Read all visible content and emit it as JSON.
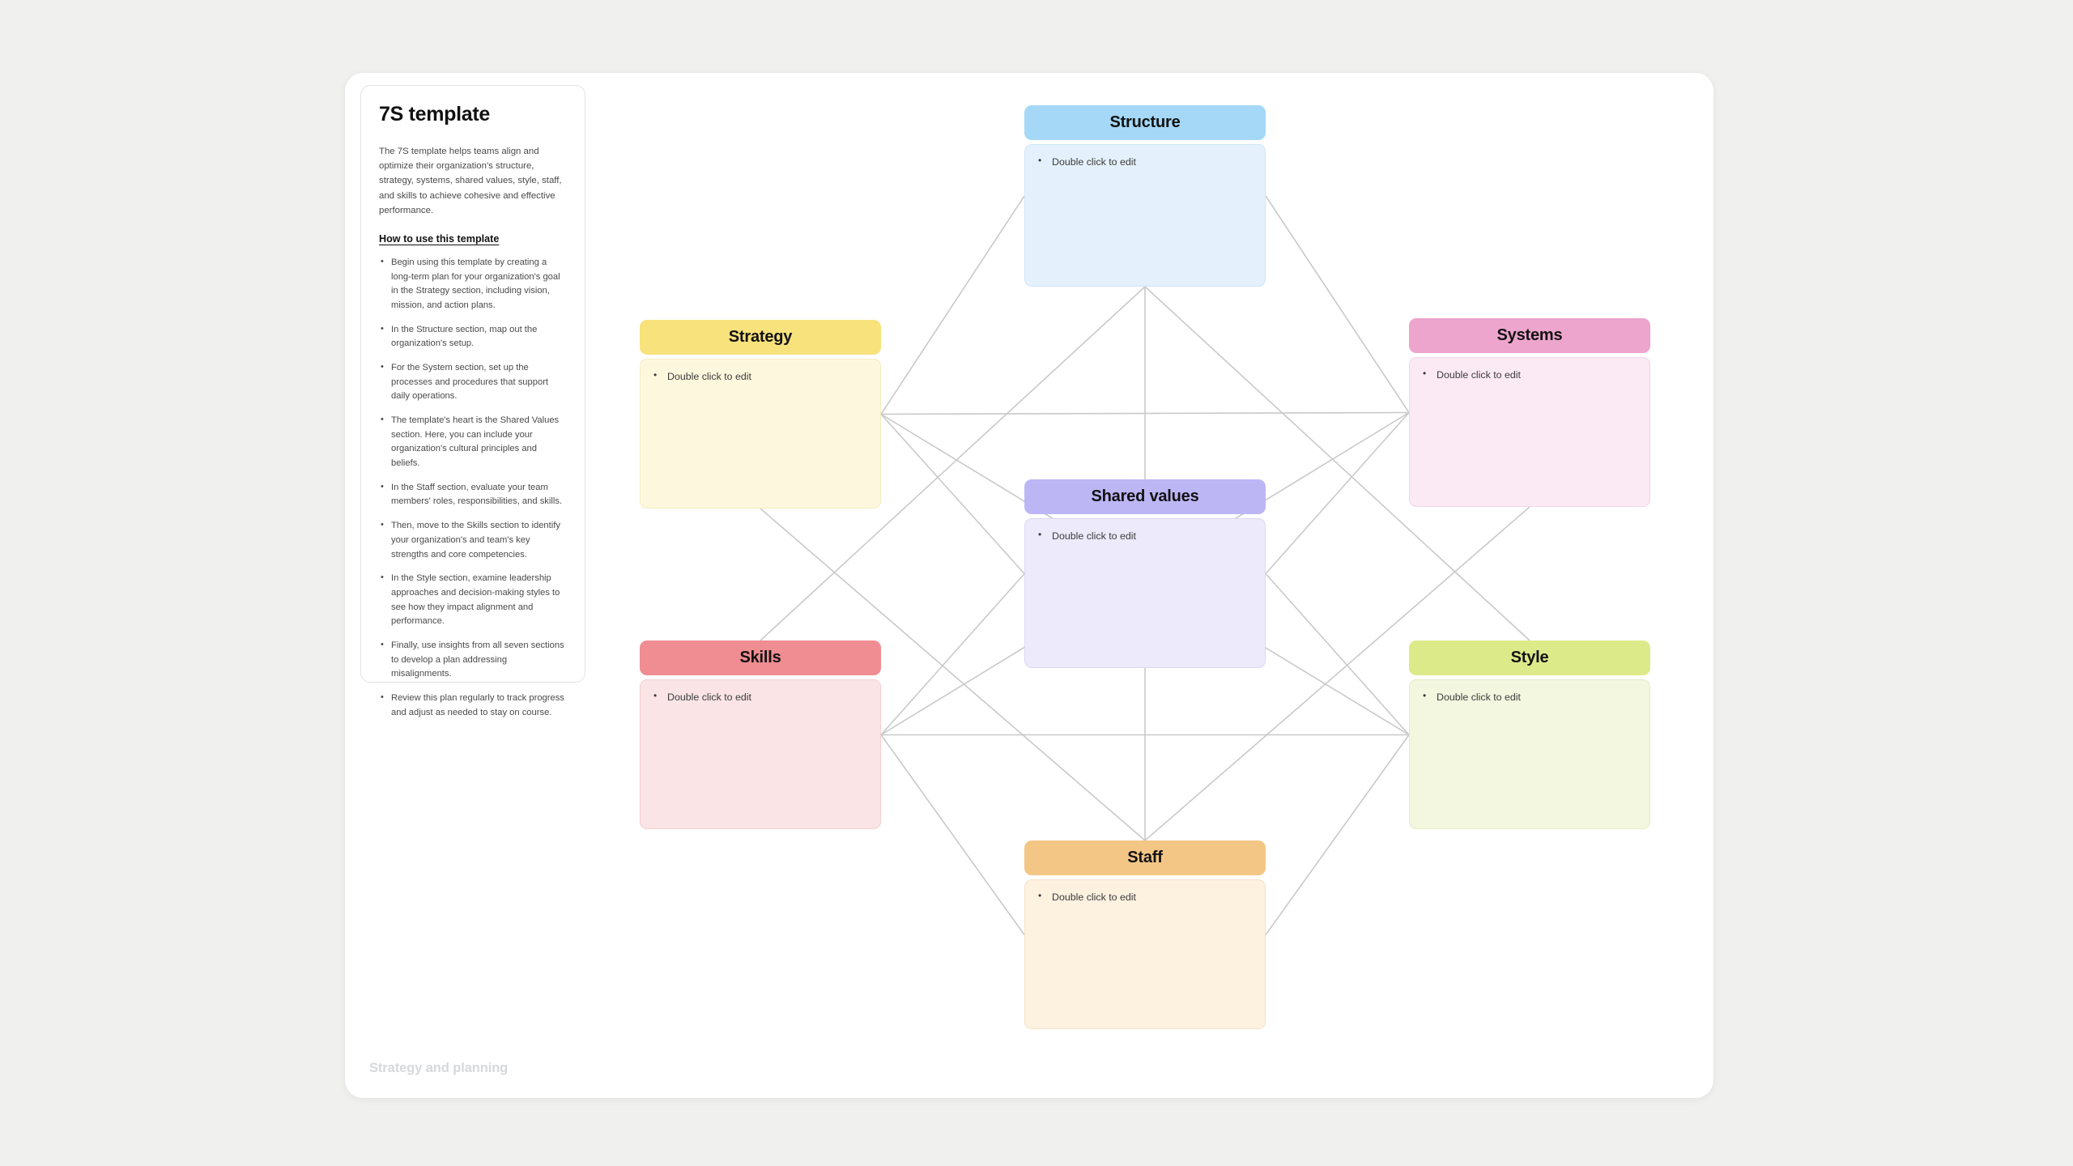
{
  "canvas": {
    "footer_label": "Strategy and planning",
    "background_color": "#f0f0ef",
    "surface_color": "#ffffff"
  },
  "sidebar": {
    "title": "7S template",
    "intro": "The 7S template helps teams align and optimize their organization's structure, strategy, systems, shared values, style, staff, and skills to achieve cohesive and effective performance.",
    "subtitle": "How to use this template",
    "steps": [
      "Begin using this template by creating a long-term plan for your organization's goal in the Strategy section, including vision, mission, and action plans.",
      "In the Structure section, map out the organization's setup.",
      "For the System section, set up the processes and procedures that support daily operations.",
      "The template's heart is the Shared Values section. Here, you can include your organization's cultural principles and beliefs.",
      "In the Staff section, evaluate your team members' roles, responsibilities, and skills.",
      "Then, move to the Skills section to identify your organization's and team's key strengths and core competencies.",
      "In the Style section, examine leadership approaches and decision-making styles to see how they impact alignment and performance.",
      "Finally, use insights from all seven sections to develop a plan addressing misalignments.",
      "Review this plan regularly to track progress and adjust as needed to stay on course."
    ]
  },
  "nodes": [
    {
      "id": "structure",
      "title": "Structure",
      "placeholder": "Double click to edit",
      "header_color": "#a5d8f7",
      "body_color": "#e4f1fc",
      "body_border": "#cfe6f7"
    },
    {
      "id": "strategy",
      "title": "Strategy",
      "placeholder": "Double click to edit",
      "header_color": "#f8e27b",
      "body_color": "#fdf8dd",
      "body_border": "#f3ecc2"
    },
    {
      "id": "systems",
      "title": "Systems",
      "placeholder": "Double click to edit",
      "header_color": "#eda4cd",
      "body_color": "#fbe9f3",
      "body_border": "#f3d5e6"
    },
    {
      "id": "shared-values",
      "title": "Shared values",
      "placeholder": "Double click to edit",
      "header_color": "#bcb6f5",
      "body_color": "#eceafb",
      "body_border": "#dcd8f3"
    },
    {
      "id": "skills",
      "title": "Skills",
      "placeholder": "Double click to edit",
      "header_color": "#ef8d92",
      "body_color": "#fae4e5",
      "body_border": "#f3cfd1"
    },
    {
      "id": "style",
      "title": "Style",
      "placeholder": "Double click to edit",
      "header_color": "#ddea89",
      "body_color": "#f3f7df",
      "body_border": "#e4ecc6"
    },
    {
      "id": "staff",
      "title": "Staff",
      "placeholder": "Double click to edit",
      "header_color": "#f4c685",
      "body_color": "#fdf1e0",
      "body_border": "#f5e2c7"
    }
  ],
  "connections": [
    [
      "structure",
      "strategy"
    ],
    [
      "structure",
      "systems"
    ],
    [
      "structure",
      "shared-values"
    ],
    [
      "structure",
      "skills"
    ],
    [
      "structure",
      "style"
    ],
    [
      "strategy",
      "systems"
    ],
    [
      "strategy",
      "shared-values"
    ],
    [
      "strategy",
      "style"
    ],
    [
      "strategy",
      "staff"
    ],
    [
      "systems",
      "shared-values"
    ],
    [
      "systems",
      "skills"
    ],
    [
      "systems",
      "staff"
    ],
    [
      "shared-values",
      "skills"
    ],
    [
      "shared-values",
      "style"
    ],
    [
      "shared-values",
      "staff"
    ],
    [
      "skills",
      "style"
    ],
    [
      "skills",
      "staff"
    ],
    [
      "style",
      "staff"
    ]
  ]
}
